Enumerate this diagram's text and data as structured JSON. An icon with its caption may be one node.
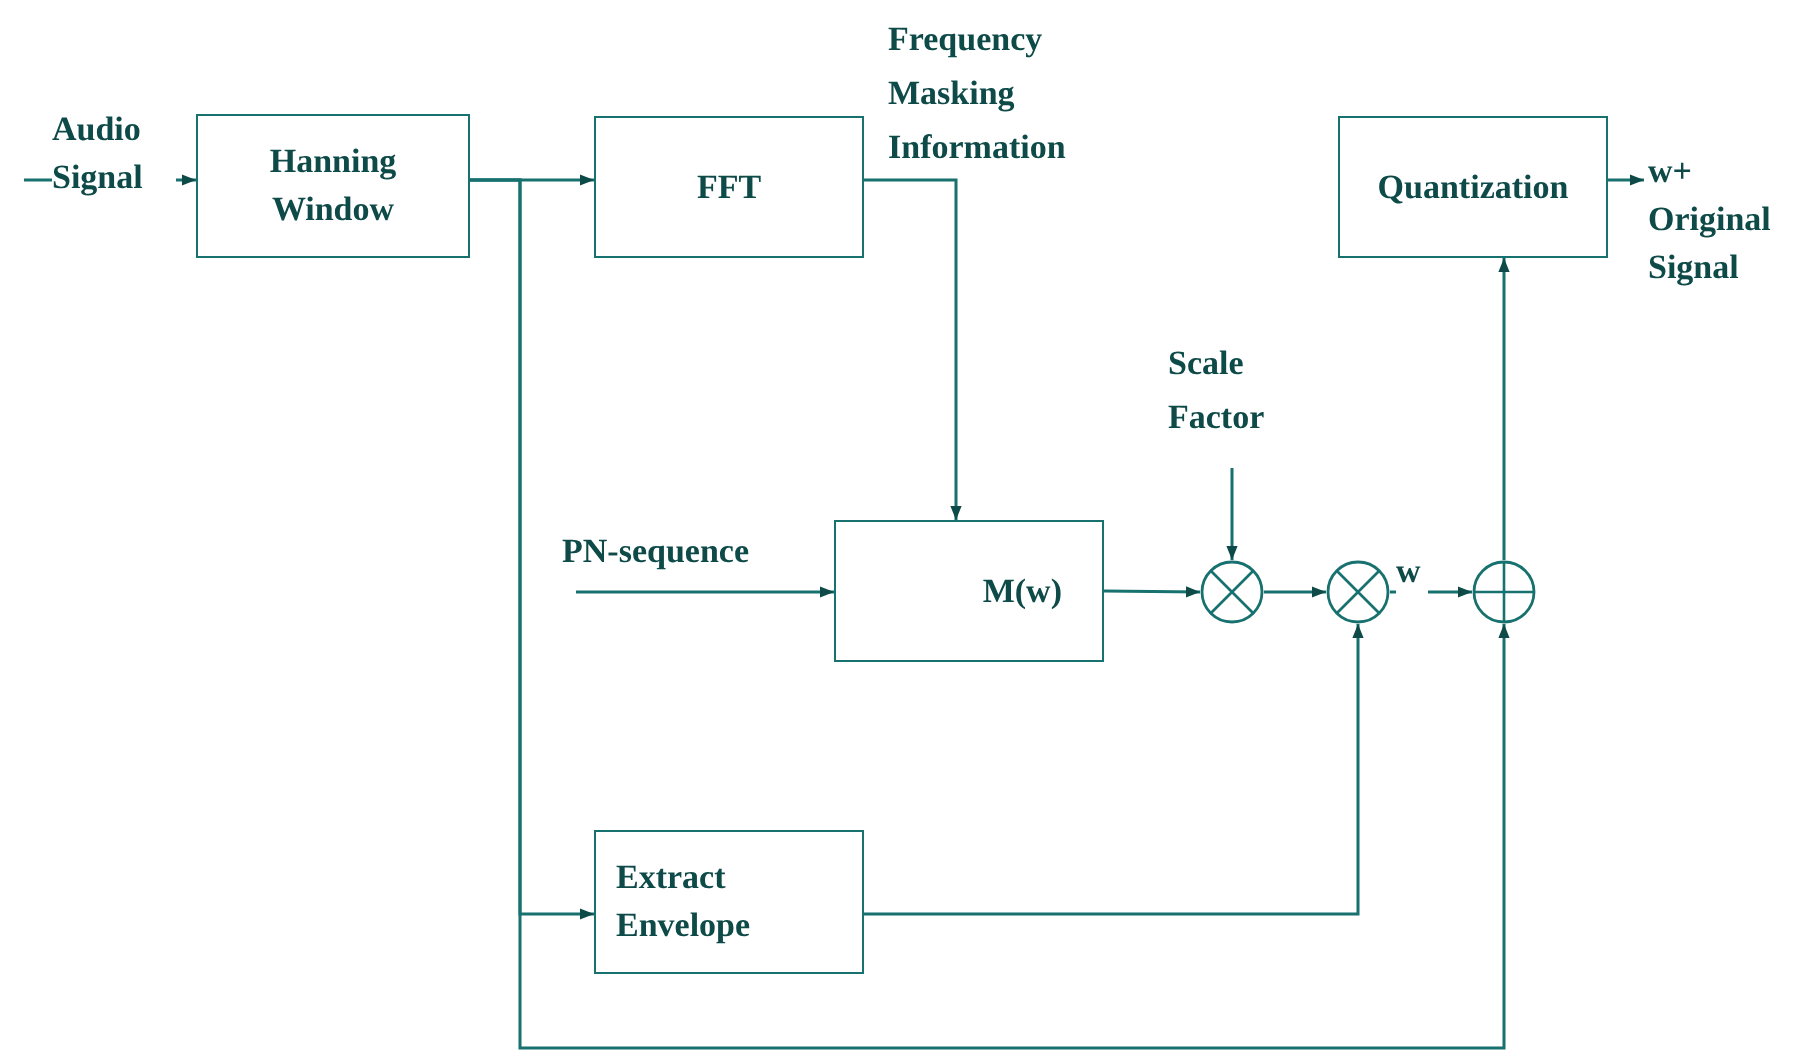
{
  "diagram": {
    "nodes": [
      {
        "text": [
          "Hanning Window"
        ]
      },
      {
        "text": [
          "FFT"
        ]
      },
      {
        "text": [
          "Quantization"
        ]
      },
      {
        "text": [
          "M(w)"
        ]
      },
      {
        "text": [],
        "shape": "circle"
      },
      {
        "text": [],
        "shape": "circle"
      },
      {
        "text": [],
        "shape": "circle"
      },
      {
        "text": [
          "Extract Envelope"
        ]
      }
    ],
    "edges": [
      {
        "from": null,
        "to": 0,
        "arrow": "to",
        "label": "Audio Signal"
      },
      {
        "from": 0,
        "to": 1,
        "arrow": "to"
      },
      {
        "from": 0,
        "to": 7,
        "arrow": "to"
      },
      {
        "from": 0,
        "to": 6,
        "arrow": "to"
      },
      {
        "from": 1,
        "to": 3,
        "arrow": "to",
        "label": "Frequency Masking Information"
      },
      {
        "from": null,
        "to": 3,
        "arrow": "to",
        "label": "PN-sequence"
      },
      {
        "from": 3,
        "to": 4,
        "arrow": "to"
      },
      {
        "from": null,
        "to": 4,
        "arrow": "to",
        "label": "Scale Factor"
      },
      {
        "from": 4,
        "to": 5,
        "arrow": "to"
      },
      {
        "from": 5,
        "to": 6,
        "arrow": "to",
        "label": "w"
      },
      {
        "from": 7,
        "to": 5,
        "arrow": "to"
      },
      {
        "from": 6,
        "to": 2,
        "arrow": "to"
      },
      {
        "from": 2,
        "to": null,
        "arrow": "to",
        "label": "w+ Original Signal"
      }
    ]
  }
}
